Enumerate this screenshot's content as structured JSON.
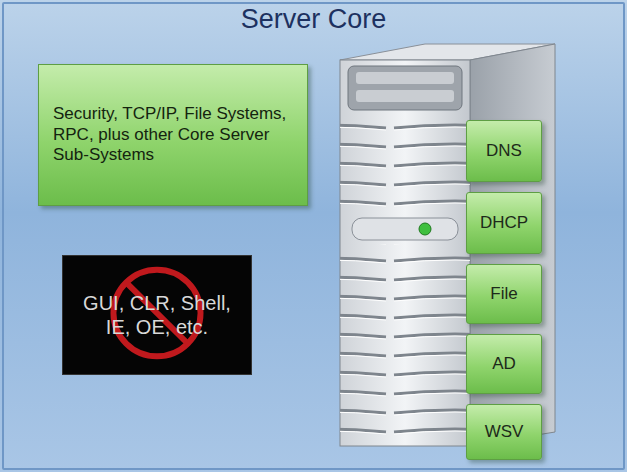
{
  "diagram": {
    "title": "Server Core",
    "nodes": [
      {
        "text": [
          "Security, TCP/IP, File Systems, RPC, plus other Core Server Sub-Systems"
        ]
      },
      {
        "text": [
          "GUI, CLR, Shell, IE, OE, etc."
        ]
      },
      {
        "text": [
          "DNS"
        ]
      },
      {
        "text": [
          "DHCP"
        ]
      },
      {
        "text": [
          "File"
        ]
      },
      {
        "text": [
          "AD"
        ]
      },
      {
        "text": [
          "WSV"
        ]
      }
    ]
  }
}
